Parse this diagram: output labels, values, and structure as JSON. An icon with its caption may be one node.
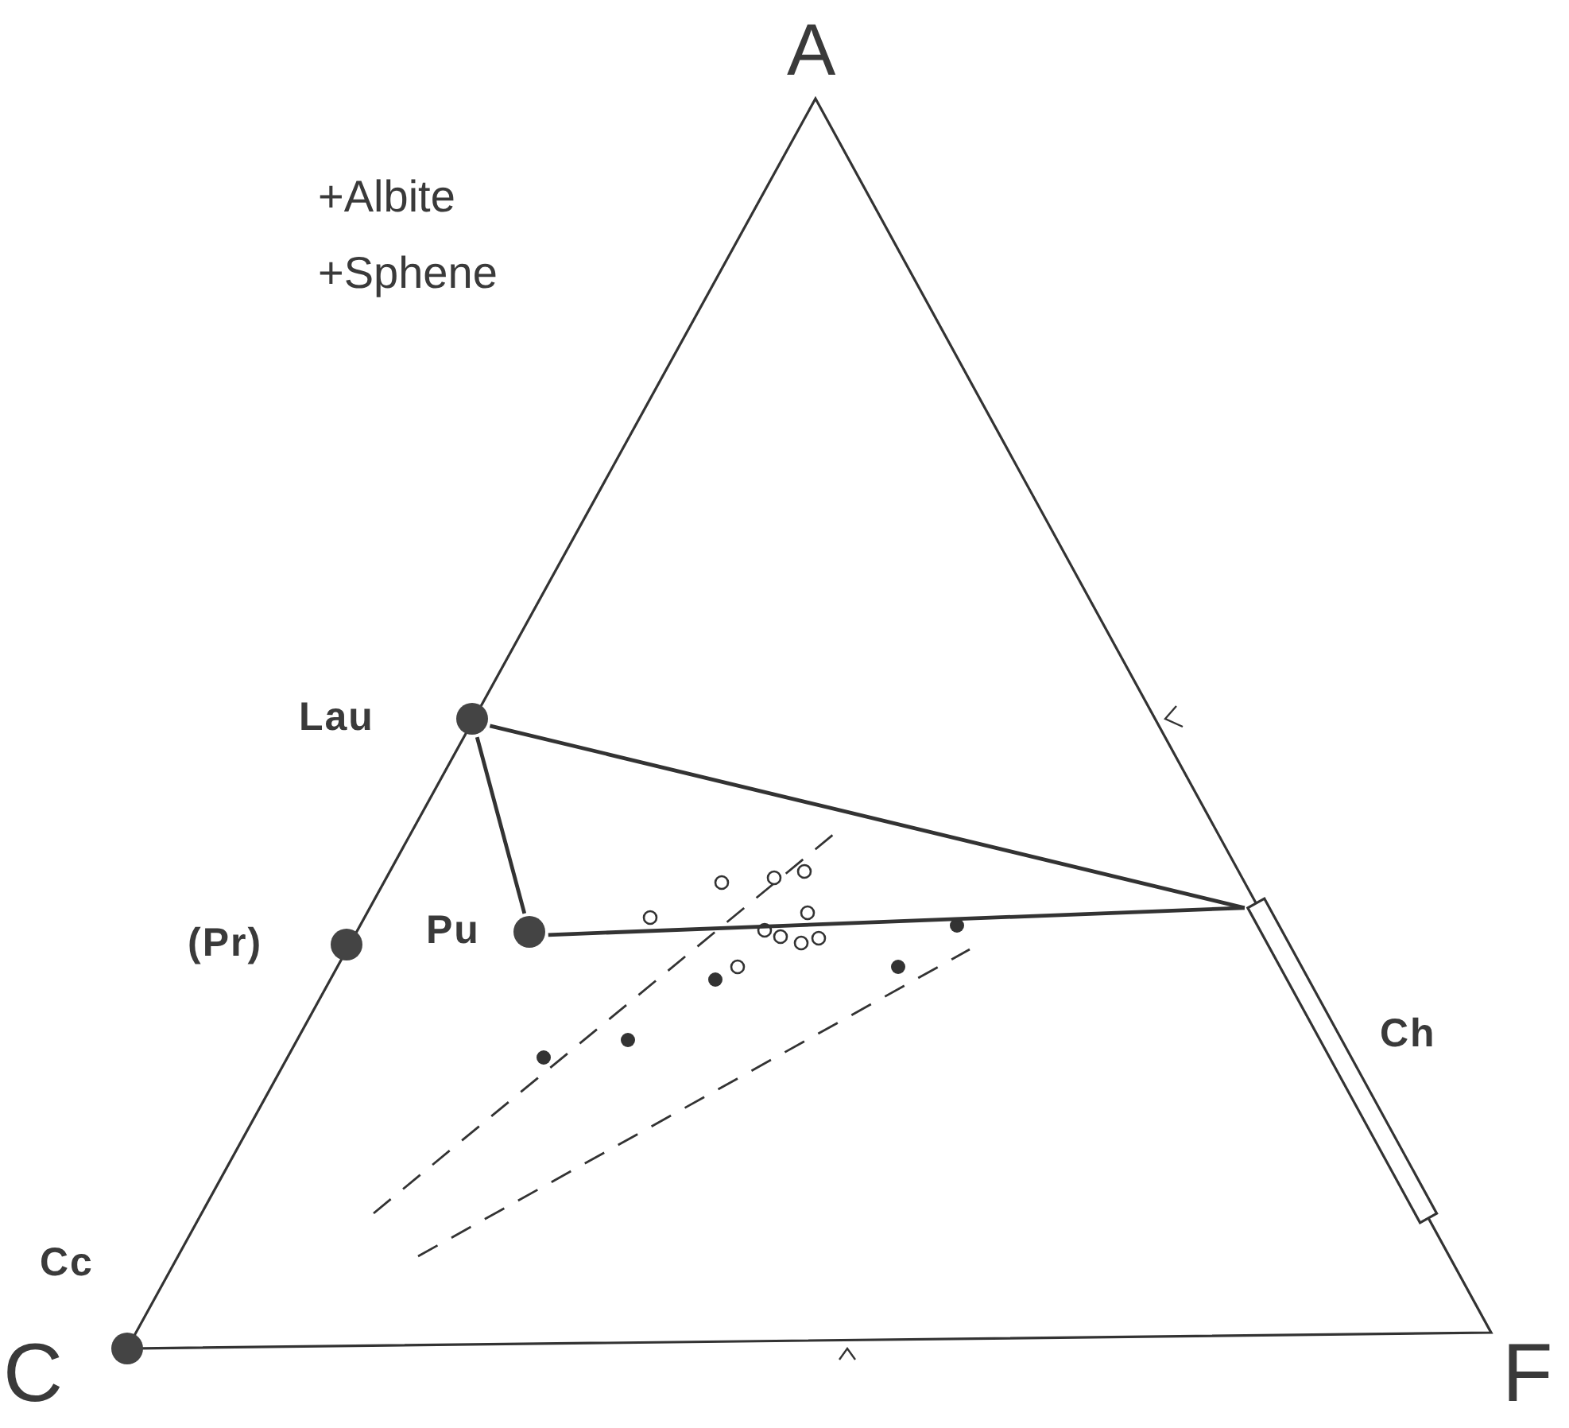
{
  "diagram": {
    "nodes": [
      {
        "text": [
          "Lau"
        ]
      },
      {
        "text": [
          "(Pr)"
        ]
      },
      {
        "text": [
          "Pu"
        ]
      },
      {
        "text": [
          "Ch"
        ]
      },
      {
        "text": [
          "Cc"
        ]
      }
    ],
    "edges": [
      {
        "from": 0,
        "to": 3,
        "arrow": "none"
      },
      {
        "from": 0,
        "to": 2,
        "arrow": "none"
      },
      {
        "from": 2,
        "to": 3,
        "arrow": "none"
      }
    ],
    "labels": [
      "A",
      "+Albite",
      "+Sphene",
      "C",
      "F"
    ]
  }
}
